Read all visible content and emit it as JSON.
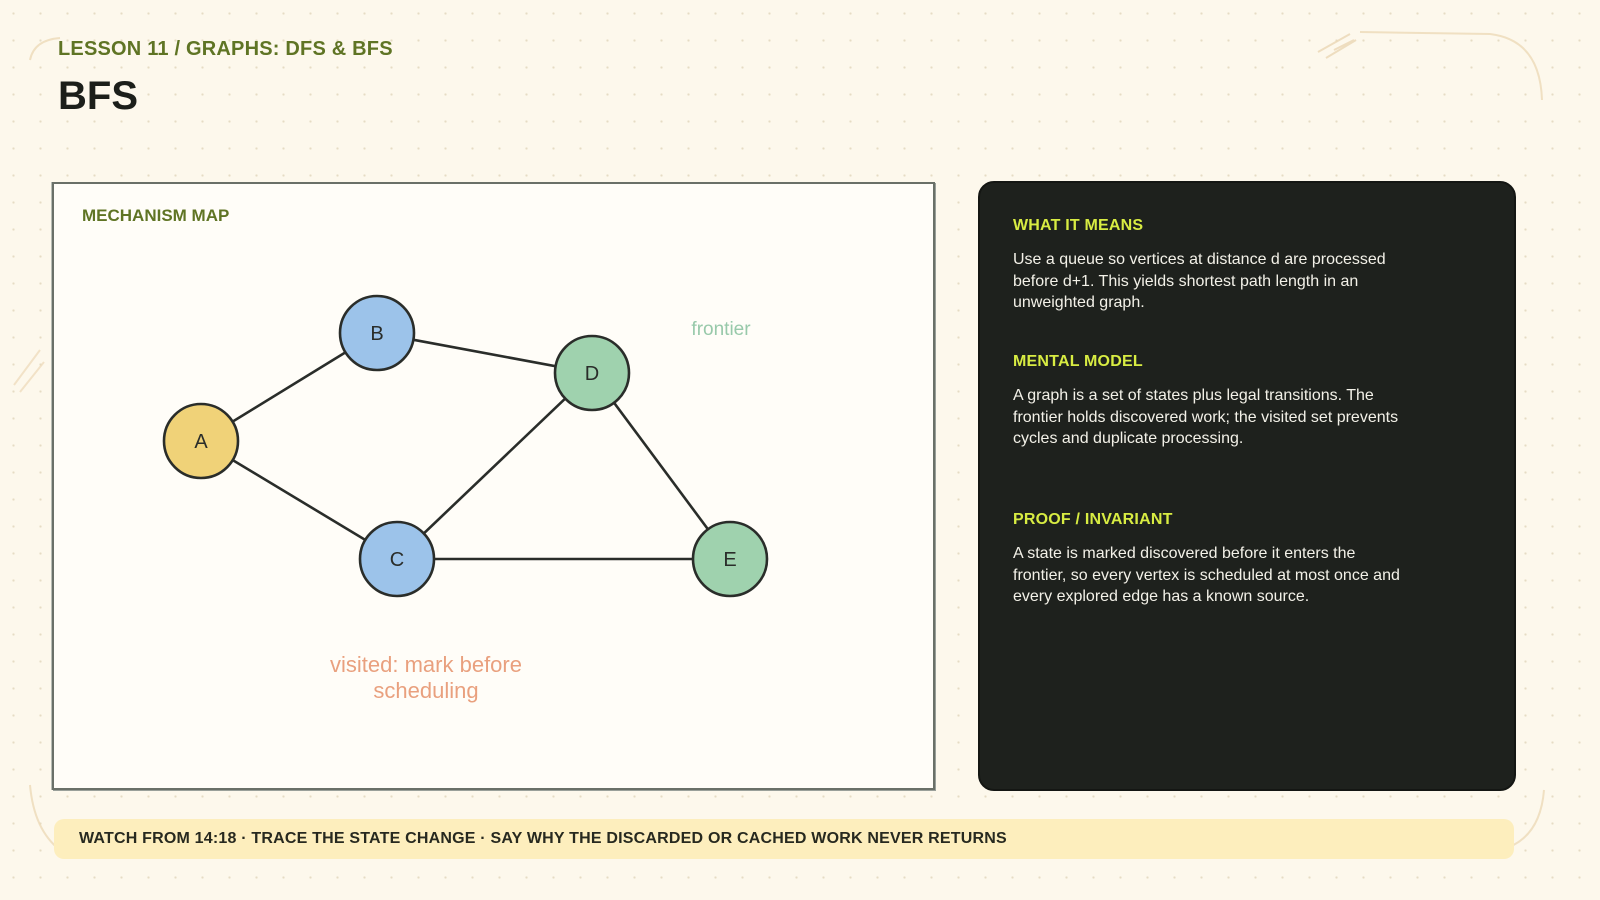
{
  "header": {
    "eyebrow": "LESSON 11 / GRAPHS: DFS & BFS",
    "title": "BFS"
  },
  "mechanism_map": {
    "label": "MECHANISM MAP",
    "nodes": [
      {
        "id": "A",
        "label": "A",
        "fill": "#f0d278",
        "state": "source"
      },
      {
        "id": "B",
        "label": "B",
        "fill": "#9cc3ea",
        "state": "visited"
      },
      {
        "id": "C",
        "label": "C",
        "fill": "#9cc3ea",
        "state": "visited"
      },
      {
        "id": "D",
        "label": "D",
        "fill": "#9fd2ae",
        "state": "frontier"
      },
      {
        "id": "E",
        "label": "E",
        "fill": "#9fd2ae",
        "state": "frontier"
      }
    ],
    "edges": [
      [
        "A",
        "B"
      ],
      [
        "A",
        "C"
      ],
      [
        "B",
        "D"
      ],
      [
        "C",
        "D"
      ],
      [
        "C",
        "E"
      ],
      [
        "D",
        "E"
      ]
    ],
    "annotations": {
      "frontier": "frontier",
      "visited_line1": "visited: mark before",
      "visited_line2": "scheduling"
    },
    "colors": {
      "stroke": "#2a2d2a",
      "frontier_text": "#98c9aa",
      "visited_text": "#e9a07e"
    }
  },
  "info_panel": {
    "sections": [
      {
        "heading": "WHAT IT MEANS",
        "body": "Use a queue so vertices at distance d are processed before d+1. This yields shortest path length in an unweighted graph."
      },
      {
        "heading": "MENTAL MODEL",
        "body": "A graph is a set of states plus legal transitions. The frontier holds discovered work; the visited set prevents cycles and duplicate processing."
      },
      {
        "heading": "PROOF / INVARIANT",
        "body": "A state is marked discovered before it enters the frontier, so every vertex is scheduled at most once and every explored edge has a known source."
      }
    ]
  },
  "footer": {
    "text": "WATCH FROM 14:18 · TRACE THE STATE CHANGE · SAY WHY THE DISCARDED OR CACHED WORK NEVER RETURNS"
  },
  "theme": {
    "accent_green": "#5f7424",
    "panel_dark": "#1e211d",
    "panel_heading": "#d8ec42",
    "footer_bg": "#fdeebd"
  }
}
